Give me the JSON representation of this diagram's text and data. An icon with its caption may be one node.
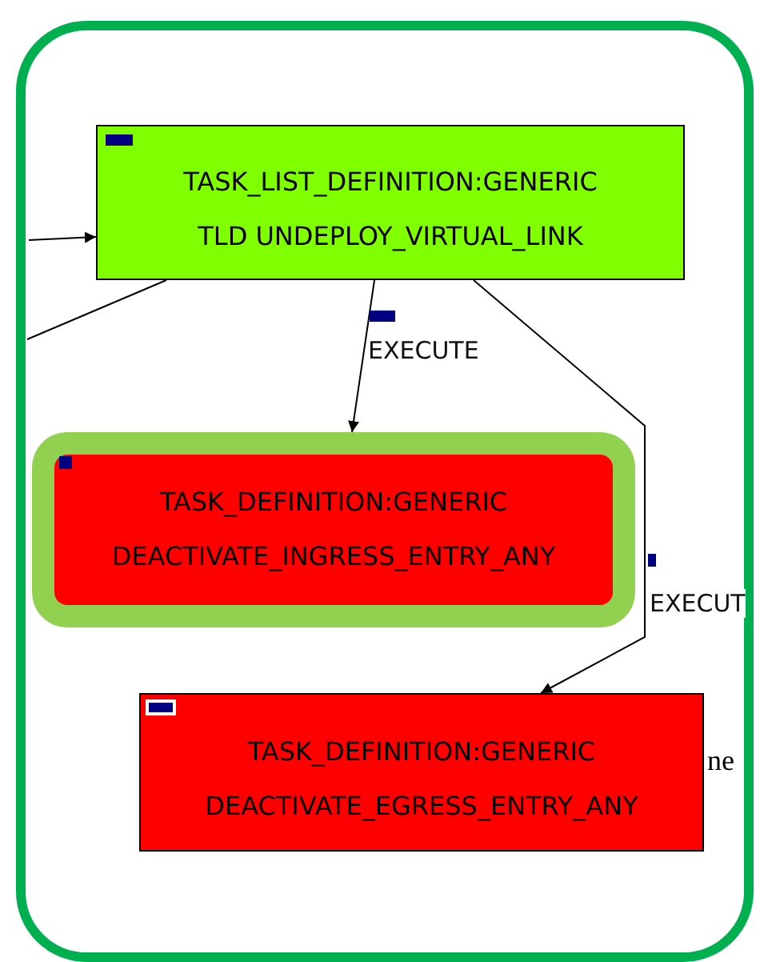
{
  "diagram": {
    "nodes": [
      {
        "text": [],
        "shape": "box"
      },
      {
        "text": [
          "TASK_LIST_DEFINITION:GENERIC",
          "TLD UNDEPLOY_VIRTUAL_LINK"
        ],
        "in": 0
      },
      {
        "text": [
          "TASK_DEFINITION:GENERIC",
          "DEACTIVATE_INGRESS_ENTRY_ANY"
        ],
        "in": 0
      },
      {
        "text": [
          "TASK_DEFINITION:GENERIC",
          "DEACTIVATE_EGRESS_ENTRY_ANY"
        ],
        "in": 0
      }
    ],
    "edges": [
      {
        "from": null,
        "to": 1,
        "arrow": "to"
      },
      {
        "from": 1,
        "to": null,
        "arrow": "none"
      },
      {
        "from": 1,
        "to": 2,
        "arrow": "to",
        "label": "EXECUTE"
      },
      {
        "from": 1,
        "to": 3,
        "arrow": "to",
        "label": "EXECUT"
      }
    ],
    "labels": [
      "ne"
    ]
  }
}
